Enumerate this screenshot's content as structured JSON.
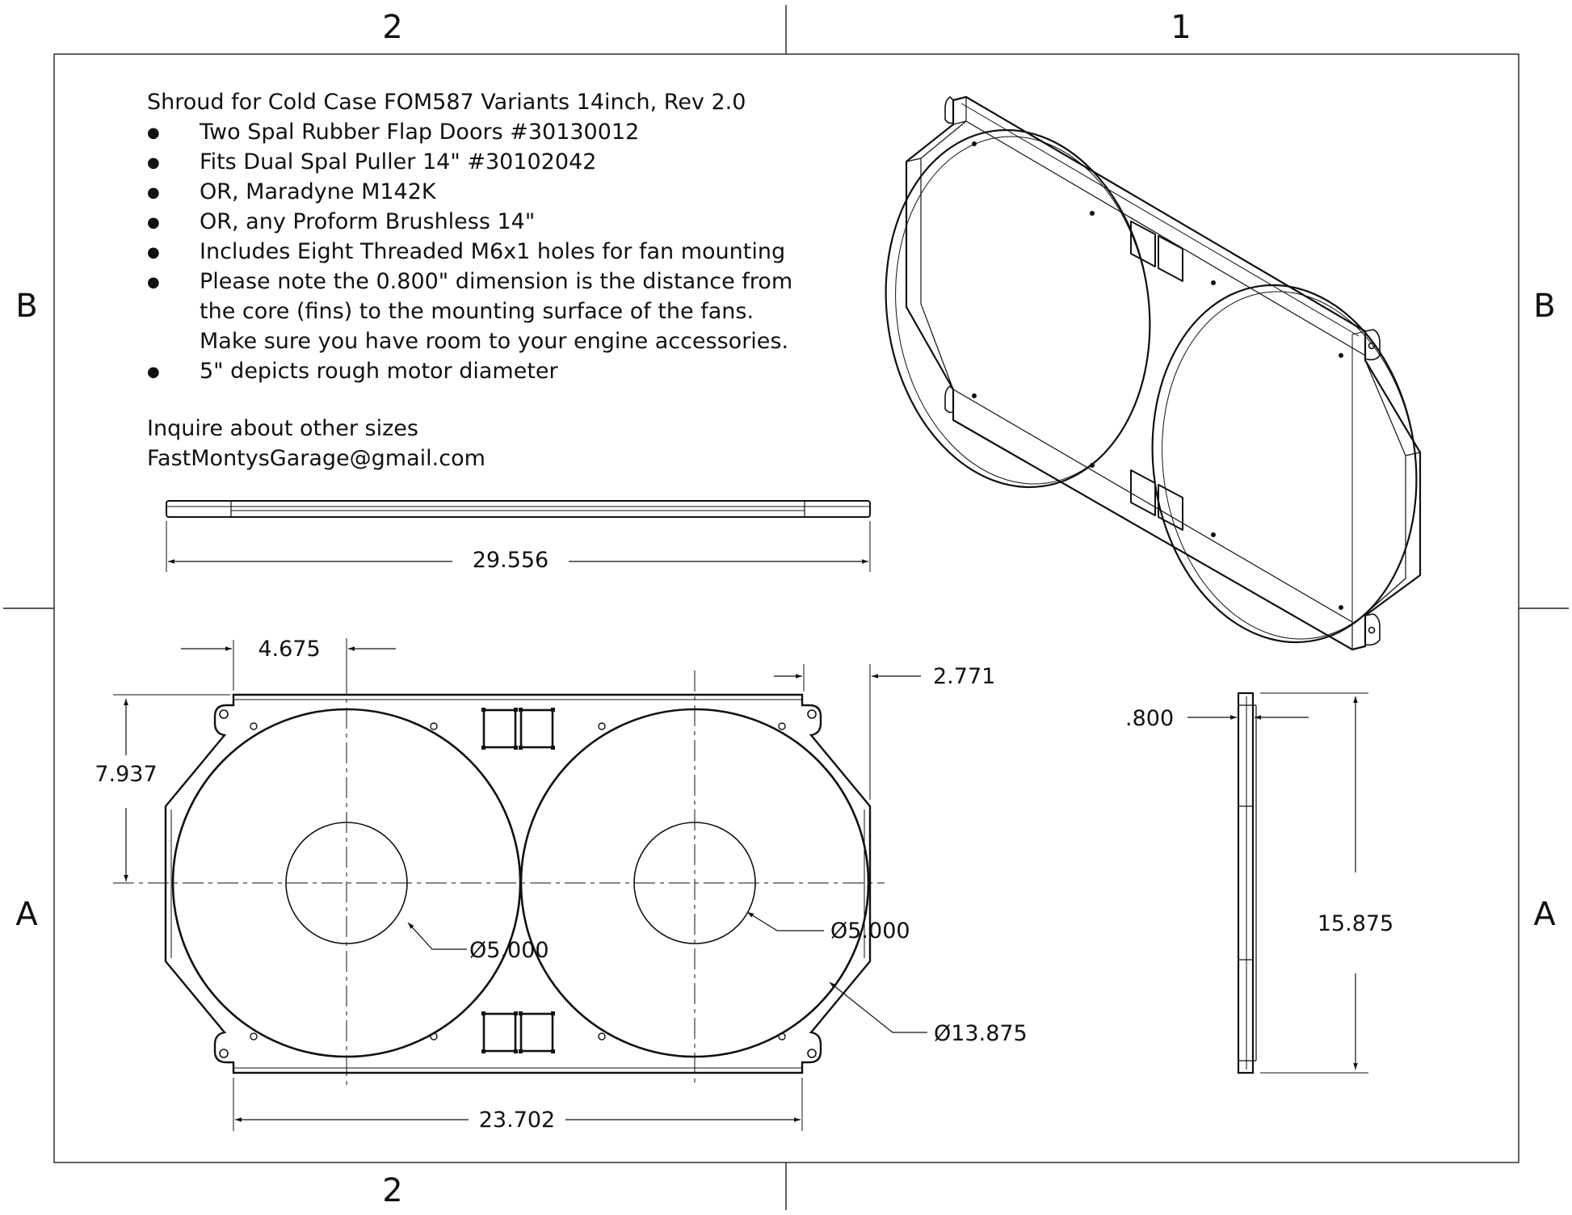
{
  "zones": {
    "top_left": "2",
    "top_right": "1",
    "bottom_left": "2",
    "left_upper": "B",
    "right_upper": "B",
    "left_lower": "A",
    "right_lower": "A"
  },
  "notes": {
    "title": "Shroud for Cold Case FOM587 Variants 14inch, Rev 2.0",
    "bullet_glyph": "●",
    "bullets": [
      "Two Spal Rubber Flap Doors #30130012",
      "Fits Dual Spal Puller 14\" #30102042",
      "OR, Maradyne M142K",
      "OR, any Proform Brushless 14\"",
      "Includes Eight Threaded M6x1 holes for fan mounting",
      "Please note the 0.800\" dimension is the distance from",
      "5\" depicts rough motor diameter"
    ],
    "continuation": [
      "the core (fins) to the mounting surface of the fans.",
      "Make sure you have room to your engine accessories."
    ],
    "inquire": "Inquire about other sizes",
    "email": "FastMontysGarage@gmail.com"
  },
  "dimensions": {
    "overall_width": "29.556",
    "fan_offset": "4.675",
    "edge_offset": "2.771",
    "half_height": "7.937",
    "motor_diameter_left": "Ø5.000",
    "motor_diameter_right": "Ø5.000",
    "fan_diameter": "Ø13.875",
    "core_to_fan": ".800",
    "height": "15.875",
    "flat_width": "23.702"
  }
}
